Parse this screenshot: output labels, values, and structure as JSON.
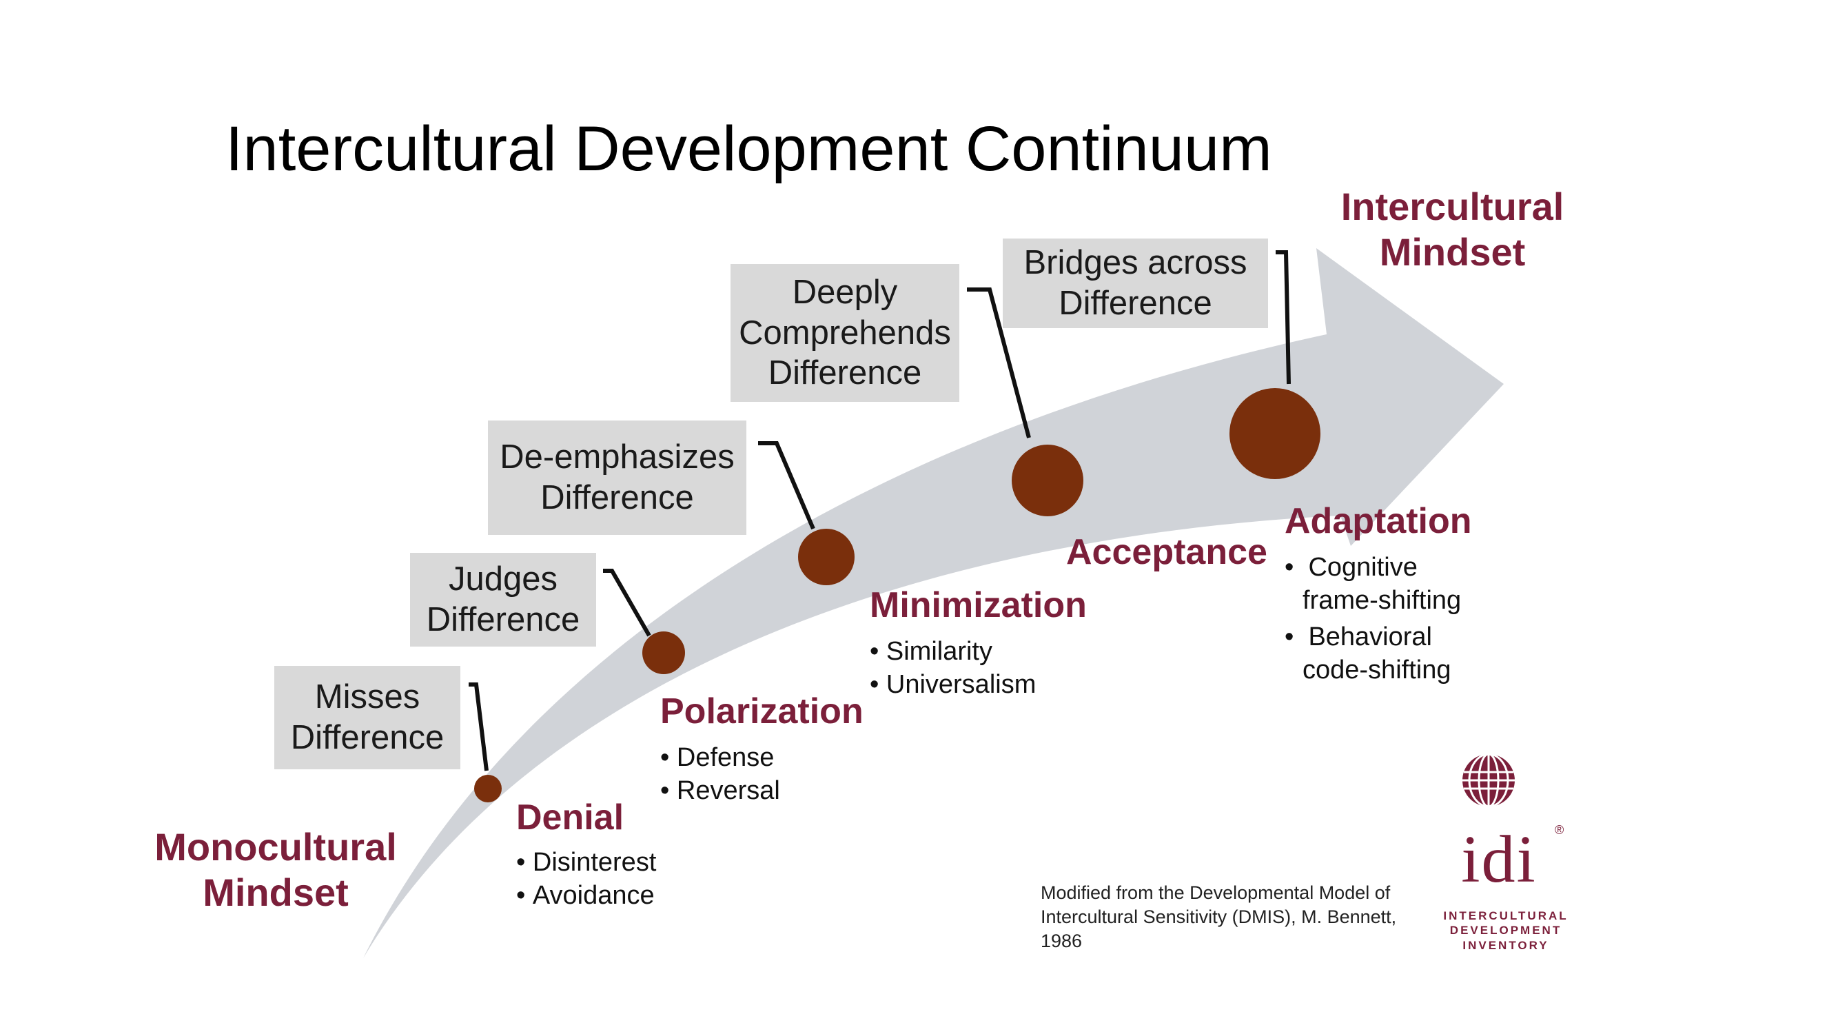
{
  "title": "Intercultural Development Continuum",
  "mindsets": {
    "monocultural": [
      "Monocultural",
      "Mindset"
    ],
    "intercultural": [
      "Intercultural",
      "Mindset"
    ]
  },
  "orientations": [
    {
      "stage": "Denial",
      "description": [
        "Misses",
        "Difference"
      ],
      "bullets": [
        "Disinterest",
        "Avoidance"
      ]
    },
    {
      "stage": "Polarization",
      "description": [
        "Judges",
        "Difference"
      ],
      "bullets": [
        "Defense",
        "Reversal"
      ]
    },
    {
      "stage": "Minimization",
      "description": [
        "De-emphasizes",
        "Difference"
      ],
      "bullets": [
        "Similarity",
        "Universalism"
      ]
    },
    {
      "stage": "Acceptance",
      "description": [
        "Deeply",
        "Comprehends",
        "Difference"
      ],
      "bullets": []
    },
    {
      "stage": "Adaptation",
      "description": [
        "Bridges across",
        "Difference"
      ],
      "bullets": [
        "Cognitive frame-shifting",
        "Behavioral code-shifting"
      ]
    }
  ],
  "adaptation_bullets_display": [
    [
      "Cognitive",
      "frame-shifting"
    ],
    [
      "Behavioral",
      "code-shifting"
    ]
  ],
  "source_note": "Modified from the Developmental Model of Intercultural Sensitivity (DMIS), M. Bennett, 1986",
  "logo": {
    "letters": "idi",
    "registered": "®",
    "caption": [
      "INTERCULTURAL",
      "DEVELOPMENT",
      "INVENTORY"
    ]
  },
  "colors": {
    "accent": "#7b1f3a",
    "dot": "#7a2f0c",
    "arrow": "#d0d3d8",
    "box": "#d9d9d9"
  },
  "icons": [
    "continuum-arrow",
    "stage-dot",
    "globe-icon"
  ]
}
